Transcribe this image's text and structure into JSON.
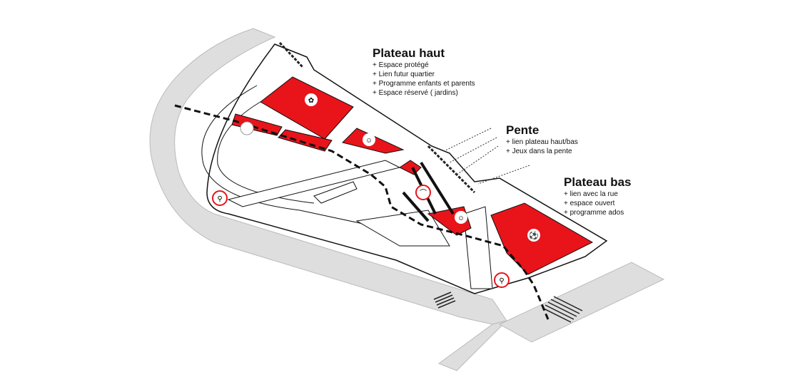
{
  "colors": {
    "zone": "#e8141a",
    "road": "#dedede",
    "line": "#111111"
  },
  "labels": [
    {
      "title": "Plateau haut",
      "items": [
        "+ Espace protégé",
        "+ Lien futur quartier",
        "+ Programme enfants et parents",
        "+ Espace réservé   ( jardins)"
      ]
    },
    {
      "title": "Pente",
      "items": [
        "+ lien plateau haut/bas",
        "+ Jeux dans la pente"
      ]
    },
    {
      "title": "Plateau bas",
      "items": [
        "+ lien avec la rue",
        "+ espace ouvert",
        "+ programme ados"
      ]
    }
  ],
  "icons": [
    "bicycle-icon",
    "bicycle-icon",
    "gardening-icon",
    "slide-icon",
    "play-icon",
    "climbing-icon",
    "football-icon",
    "tree-icon"
  ]
}
